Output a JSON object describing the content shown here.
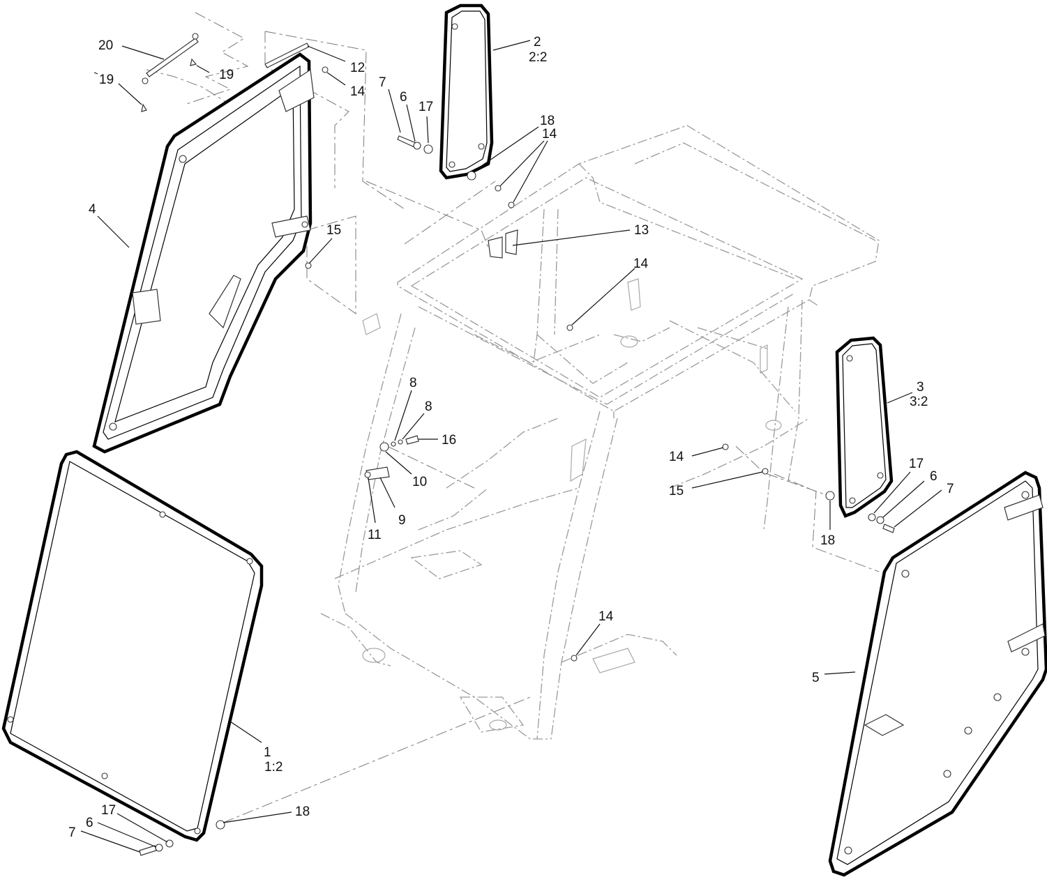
{
  "diagram": {
    "callouts": {
      "c1": "1",
      "c1q": "1:2",
      "c2": "2",
      "c2q": "2:2",
      "c3": "3",
      "c3q": "3:2",
      "c4": "4",
      "c5": "5",
      "c6a": "6",
      "c6b": "6",
      "c6c": "6",
      "c7a": "7",
      "c7b": "7",
      "c7c": "7",
      "c8a": "8",
      "c8b": "8",
      "c9": "9",
      "c10": "10",
      "c11": "11",
      "c12": "12",
      "c13": "13",
      "c14a": "14",
      "c14b": "14",
      "c14c": "14",
      "c14d": "14",
      "c14e": "14",
      "c15a": "15",
      "c15b": "15",
      "c16": "16",
      "c17a": "17",
      "c17b": "17",
      "c17c": "17",
      "c18a": "18",
      "c18b": "18",
      "c18c": "18",
      "c19a": "19",
      "c19b": "19",
      "c20": "20"
    },
    "colors": {
      "ink": "#000000",
      "frame": "#9a9a9a",
      "paper": "#ffffff"
    }
  }
}
